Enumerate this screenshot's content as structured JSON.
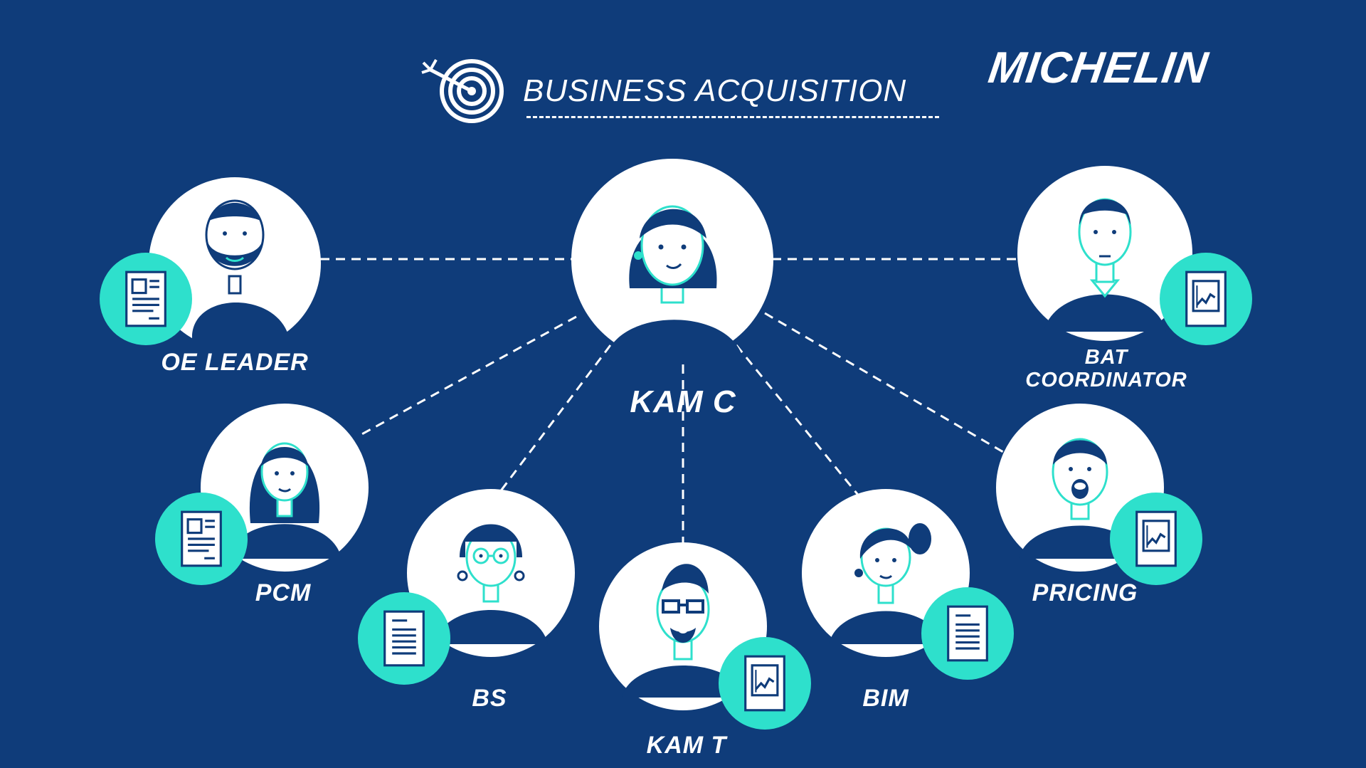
{
  "header": {
    "title": "BUSINESS ACQUISITION",
    "brand": "MICHELIN",
    "title_icon": "target-icon"
  },
  "colors": {
    "background": "#0f3c7a",
    "accent": "#2ee0cc",
    "circle": "#ffffff"
  },
  "roles": {
    "kam_c": "KAM C",
    "oe_leader": "OE LEADER",
    "bat_line1": "BAT",
    "bat_line2": "COORDINATOR",
    "pcm": "PCM",
    "pricing": "PRICING",
    "bs": "BS",
    "kam_t": "KAM T",
    "bim": "BIM"
  },
  "icons": {
    "form_document": "form-document-icon",
    "text_document": "text-document-icon",
    "chart_document": "chart-document-icon"
  }
}
